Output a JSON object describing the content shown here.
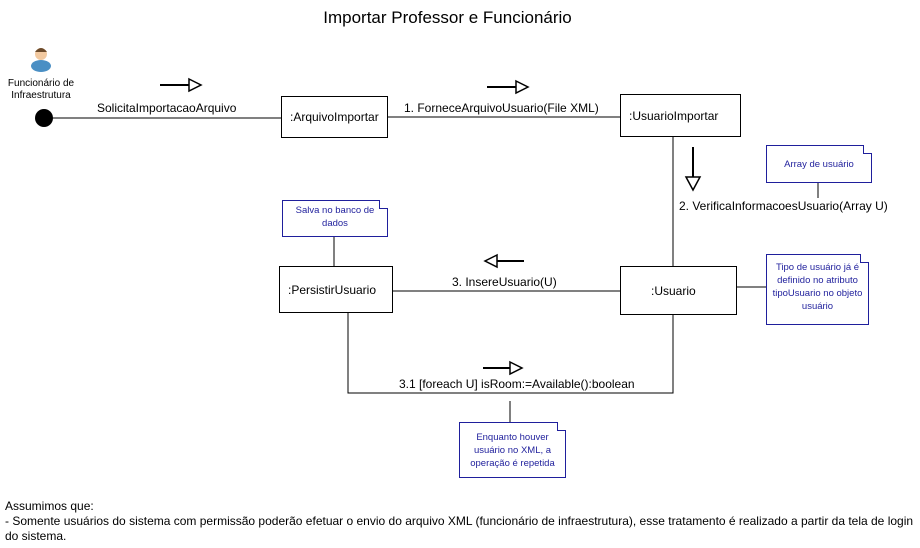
{
  "title": "Importar Professor e Funcionário",
  "actor": {
    "label": "Funcionário de Infraestrutura",
    "icon": "person-icon"
  },
  "objects": {
    "arquivo_importar": ":ArquivoImportar",
    "usuario_importar": ":UsuarioImportar",
    "persistir_usuario": ":PersistirUsuario",
    "usuario": ":Usuario"
  },
  "messages": {
    "solicita": "SolicitaImportacaoArquivo",
    "fornece": "1. ForneceArquivoUsuario(File XML)",
    "verifica": "2. VerificaInformacoesUsuario(Array U)",
    "insere": "3. InsereUsuario(U)",
    "foreach": "3.1 [foreach U] isRoom:=Available():boolean"
  },
  "notes": {
    "array": "Array de usuário",
    "salva": "Salva no banco de dados",
    "tipo": "Tipo de usuário já é definido no atributo tipoUsuario no objeto usuário",
    "enquanto": "Enquanto houver usuário no XML, a operação é repetida"
  },
  "footer": {
    "heading": "Assumimos que:",
    "line": "- Somente usuários do sistema com permissão poderão efetuar o envio do arquivo XML (funcionário de infraestrutura), esse tratamento é realizado a partir da tela de login do sistema."
  },
  "colors": {
    "note_border": "#1f1f9c",
    "note_text": "#1f1f9c",
    "line": "#000000"
  }
}
